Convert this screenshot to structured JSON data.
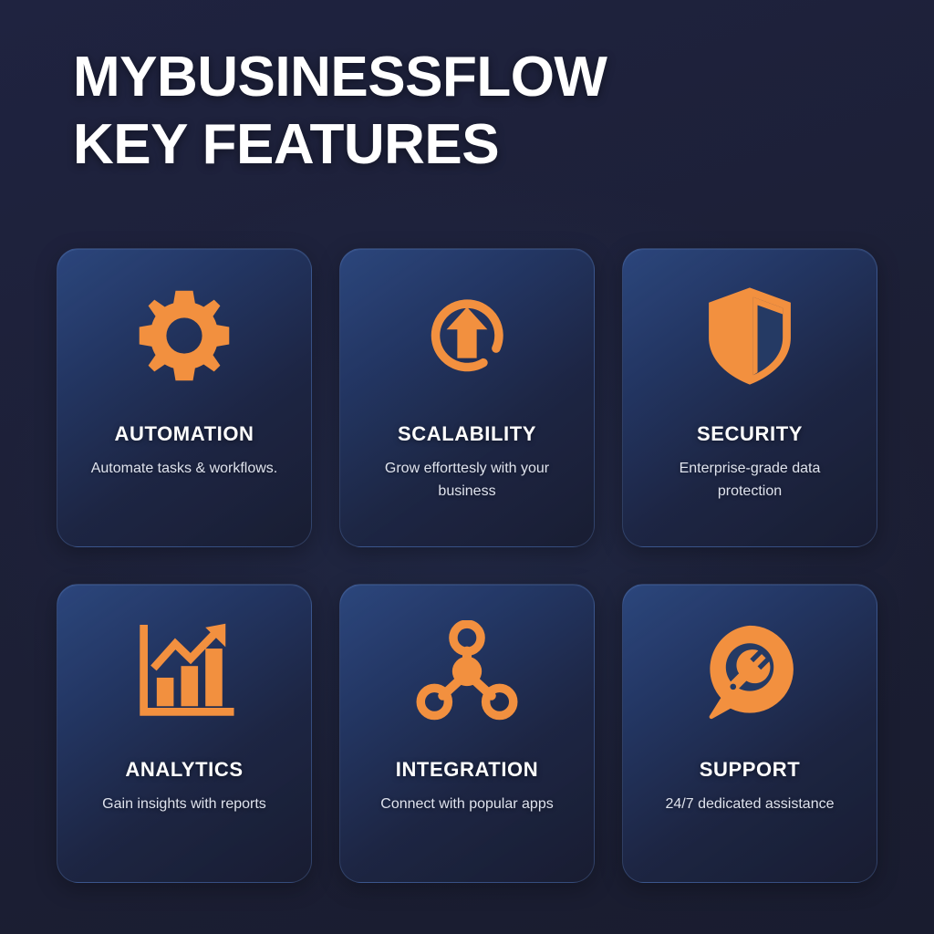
{
  "colors": {
    "background": "#1d2038",
    "card_top": "#2d4880",
    "card_bottom": "#191d32",
    "card_border": "#5c7cb6",
    "accent_orange": "#f2903f",
    "title_text": "#ffffff",
    "body_text": "#dfe3ee"
  },
  "heading": {
    "line1": "MYBUSINESSFLOW",
    "line2": "KEY FEATURES"
  },
  "features": [
    {
      "icon": "gear-icon",
      "title": "AUTOMATION",
      "description": "Automate tasks & workflows."
    },
    {
      "icon": "circular-arrow-up-icon",
      "title": "SCALABILITY",
      "description": "Grow efforttesly with your business"
    },
    {
      "icon": "shield-icon",
      "title": "SECURITY",
      "description": "Enterprise-grade data protection"
    },
    {
      "icon": "bar-chart-growth-icon",
      "title": "ANALYTICS",
      "description": "Gain insights with reports"
    },
    {
      "icon": "network-nodes-icon",
      "title": "INTEGRATION",
      "description": "Connect with popular apps"
    },
    {
      "icon": "chat-bubble-wrench-icon",
      "title": "SUPPORT",
      "description": "24/7 dedicated assistance"
    }
  ]
}
